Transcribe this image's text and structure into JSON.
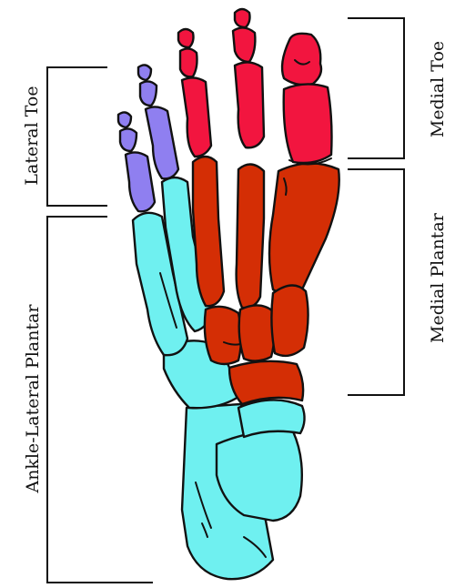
{
  "labels": {
    "lateral_toe": "Lateral Toe",
    "ankle_lateral_plantar": "Ankle-Lateral Plantar",
    "medial_toe": "Medial Toe",
    "medial_plantar": "Medial Plantar"
  },
  "colors": {
    "lateral_toe": "#8f7ff0",
    "medial_toe": "#f2153f",
    "medial_plantar": "#d42e05",
    "ankle_lateral_plantar": "#6ff0f0",
    "outline": "#111111"
  }
}
